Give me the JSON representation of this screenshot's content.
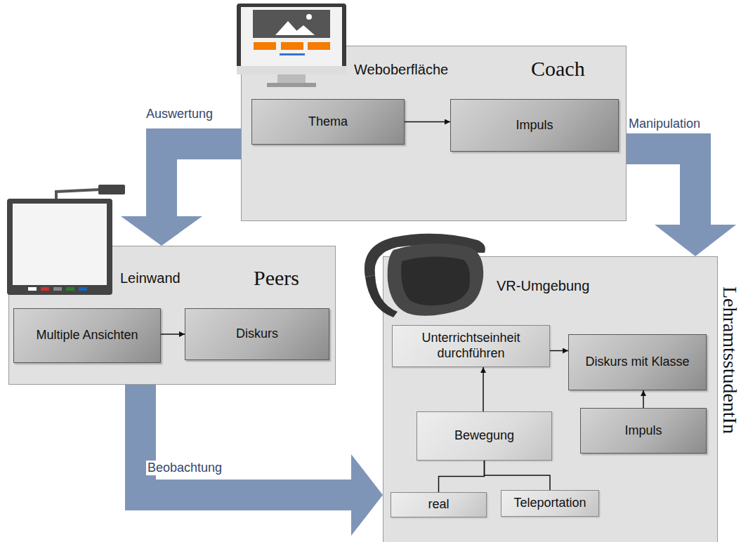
{
  "diagram": {
    "nodes": [
      {
        "text": [
          "Weboberfläche",
          "Coach"
        ]
      },
      {
        "text": [
          "Thema"
        ],
        "in": 0
      },
      {
        "text": [
          "Impuls"
        ],
        "in": 0
      },
      {
        "text": [
          "Leinwand",
          "Peers"
        ]
      },
      {
        "text": [
          "Multiple Ansichten"
        ],
        "in": 3
      },
      {
        "text": [
          "Diskurs"
        ],
        "in": 3
      },
      {
        "text": [
          "VR-Umgebung",
          "LehramtsstudentIn"
        ]
      },
      {
        "text": [
          "Unterrichtseinheit durchführen"
        ],
        "in": 6
      },
      {
        "text": [
          "Diskurs mit Klasse"
        ],
        "in": 6
      },
      {
        "text": [
          "Bewegung"
        ],
        "in": 6
      },
      {
        "text": [
          "Impuls"
        ],
        "in": 6
      },
      {
        "text": [
          "real"
        ],
        "in": 6
      },
      {
        "text": [
          "Teleportation"
        ],
        "in": 6
      }
    ],
    "edges": [
      {
        "from": 1,
        "to": 2,
        "arrow": "to"
      },
      {
        "from": 4,
        "to": 5,
        "arrow": "to"
      },
      {
        "from": 7,
        "to": 8,
        "arrow": "to"
      },
      {
        "from": 9,
        "to": 7,
        "arrow": "to"
      },
      {
        "from": 10,
        "to": 8,
        "arrow": "to"
      },
      {
        "from": 9,
        "to": 11,
        "arrow": "none"
      },
      {
        "from": 9,
        "to": 12,
        "arrow": "none"
      },
      {
        "from": 0,
        "to": 3,
        "label": "Auswertung",
        "arrow": "to"
      },
      {
        "from": 0,
        "to": 6,
        "label": "Manipulation",
        "arrow": "to"
      },
      {
        "from": 3,
        "to": 6,
        "label": "Beobachtung",
        "arrow": "to"
      }
    ]
  }
}
